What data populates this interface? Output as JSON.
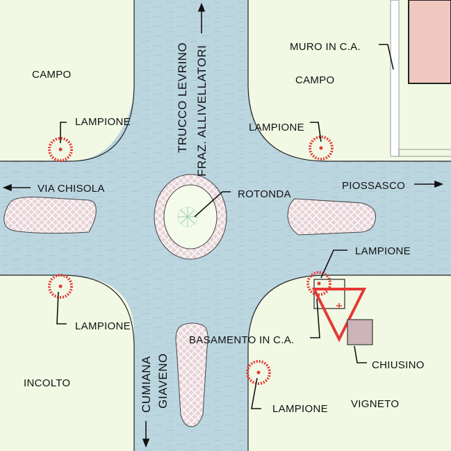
{
  "title": "",
  "labels": {
    "campo_left": "CAMPO",
    "campo_right": "CAMPO",
    "muro": "MURO IN C.A.",
    "lampione_nw": "LAMPIONE",
    "lampione_ne": "LAMPIONE",
    "lampione_sw": "LAMPIONE",
    "lampione_se_upper": "LAMPIONE",
    "lampione_se_lower": "LAMPIONE",
    "road_north_line1": "TRUCCO LEVRINO",
    "road_north_line2": "FRAZ. ALLIVELLATORI",
    "road_west": "VIA CHISOLA",
    "road_east": "PIOSSASCO",
    "road_south_line1": "CUMIANA",
    "road_south_line2": "GIAVENO",
    "rotonda": "ROTONDA",
    "basamento": "BASAMENTO IN C.A.",
    "chiusino": "CHIUSINO",
    "incolto": "INCOLTO",
    "vigneto": "VIGNETO"
  },
  "colors": {
    "field": "#f1f9e4",
    "road": "#bcd6e0",
    "road_texture": "#a9c6d2",
    "island": "#e8d4d8",
    "island_pattern": "#ffffff",
    "lamp": "#e53935",
    "yield_sign": "#e53935",
    "building": "#f0c8c0",
    "wall": "#bdbdbd",
    "chiusino": "#cdb4b8",
    "central_disc": "#f4fbea"
  },
  "icons": {
    "lamp": "lamp-icon",
    "yield_sign": "yield-sign-icon",
    "tree": "tree-icon",
    "arrow": "arrow-icon"
  }
}
